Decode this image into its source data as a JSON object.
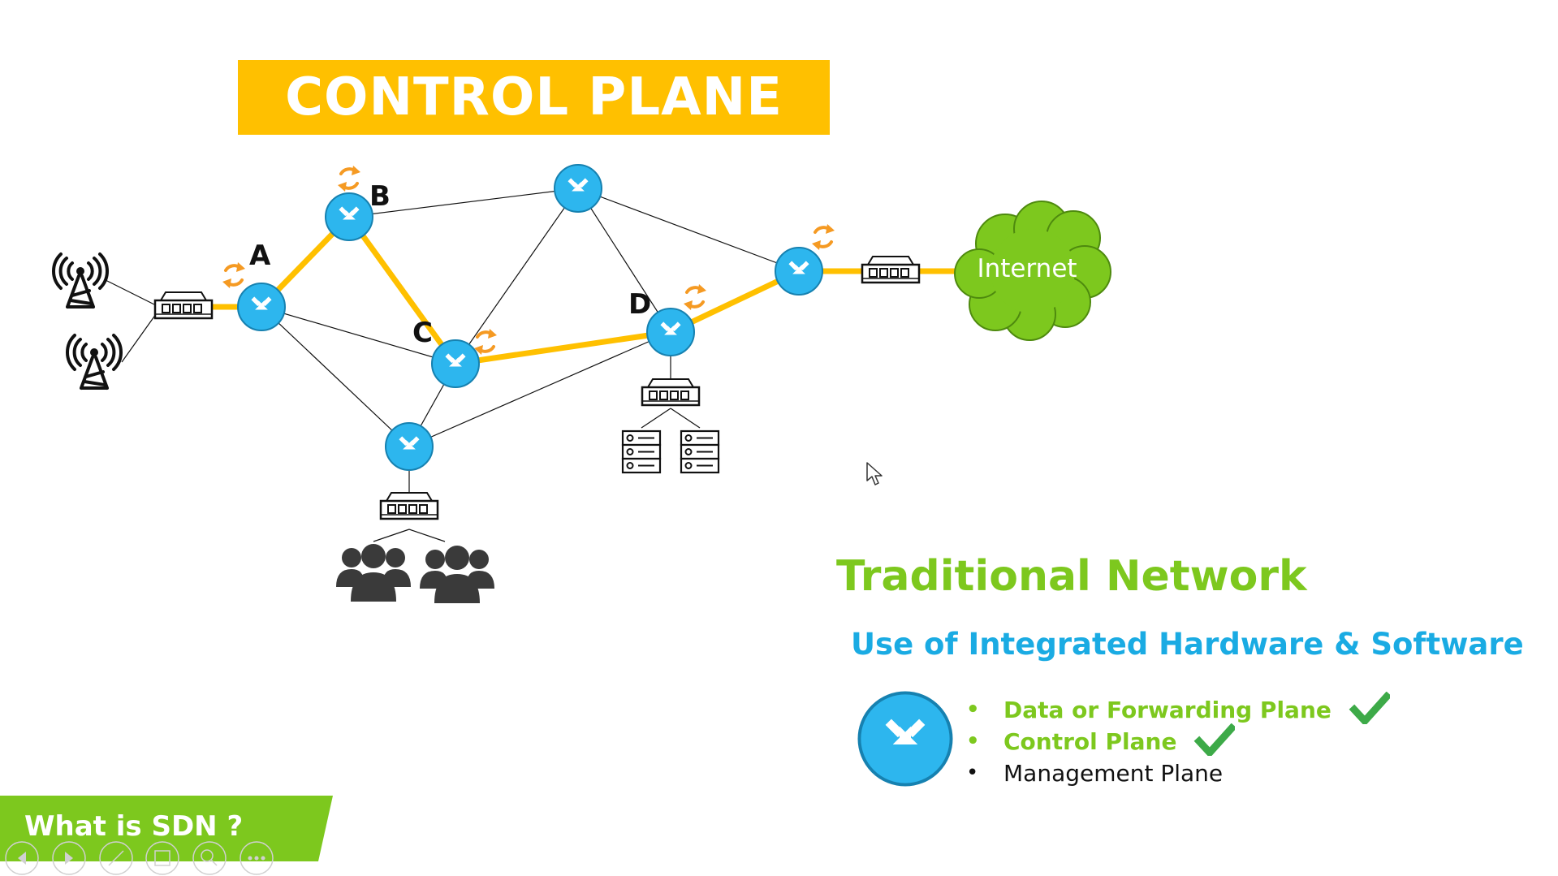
{
  "banner": {
    "text": "CONTROL PLANE",
    "color": "#FFC000"
  },
  "nodes": [
    {
      "id": "A",
      "label": "A"
    },
    {
      "id": "B",
      "label": "B"
    },
    {
      "id": "C",
      "label": "C"
    },
    {
      "id": "D",
      "label": "D"
    }
  ],
  "cloud": {
    "label": "Internet",
    "color": "#7DC81E"
  },
  "info": {
    "title": "Traditional Network",
    "title_color": "#7DC81E",
    "subtitle": "Use of Integrated Hardware & Software",
    "subtitle_color": "#1AABE3",
    "bullets": [
      {
        "text": "Data or Forwarding Plane",
        "checked": true
      },
      {
        "text": "Control Plane",
        "checked": true
      },
      {
        "text": "Management Plane",
        "checked": false
      }
    ]
  },
  "footer": {
    "text": "What is SDN ?",
    "color": "#7DC81E"
  },
  "colors": {
    "router": "#2DB6EE",
    "path": "#FFC000",
    "refresh": "#F59A23",
    "check": "#3DAA48",
    "link": "#111111"
  },
  "icons": [
    "router-icon",
    "switch-icon",
    "antenna-tower-icon",
    "server-icon",
    "user-group-icon",
    "refresh-icon",
    "cloud-icon",
    "check-icon",
    "mouse-cursor-icon"
  ],
  "toolbar": [
    "prev-slide-button",
    "next-slide-button",
    "pen-button",
    "slides-view-button",
    "zoom-button",
    "more-options-button"
  ]
}
